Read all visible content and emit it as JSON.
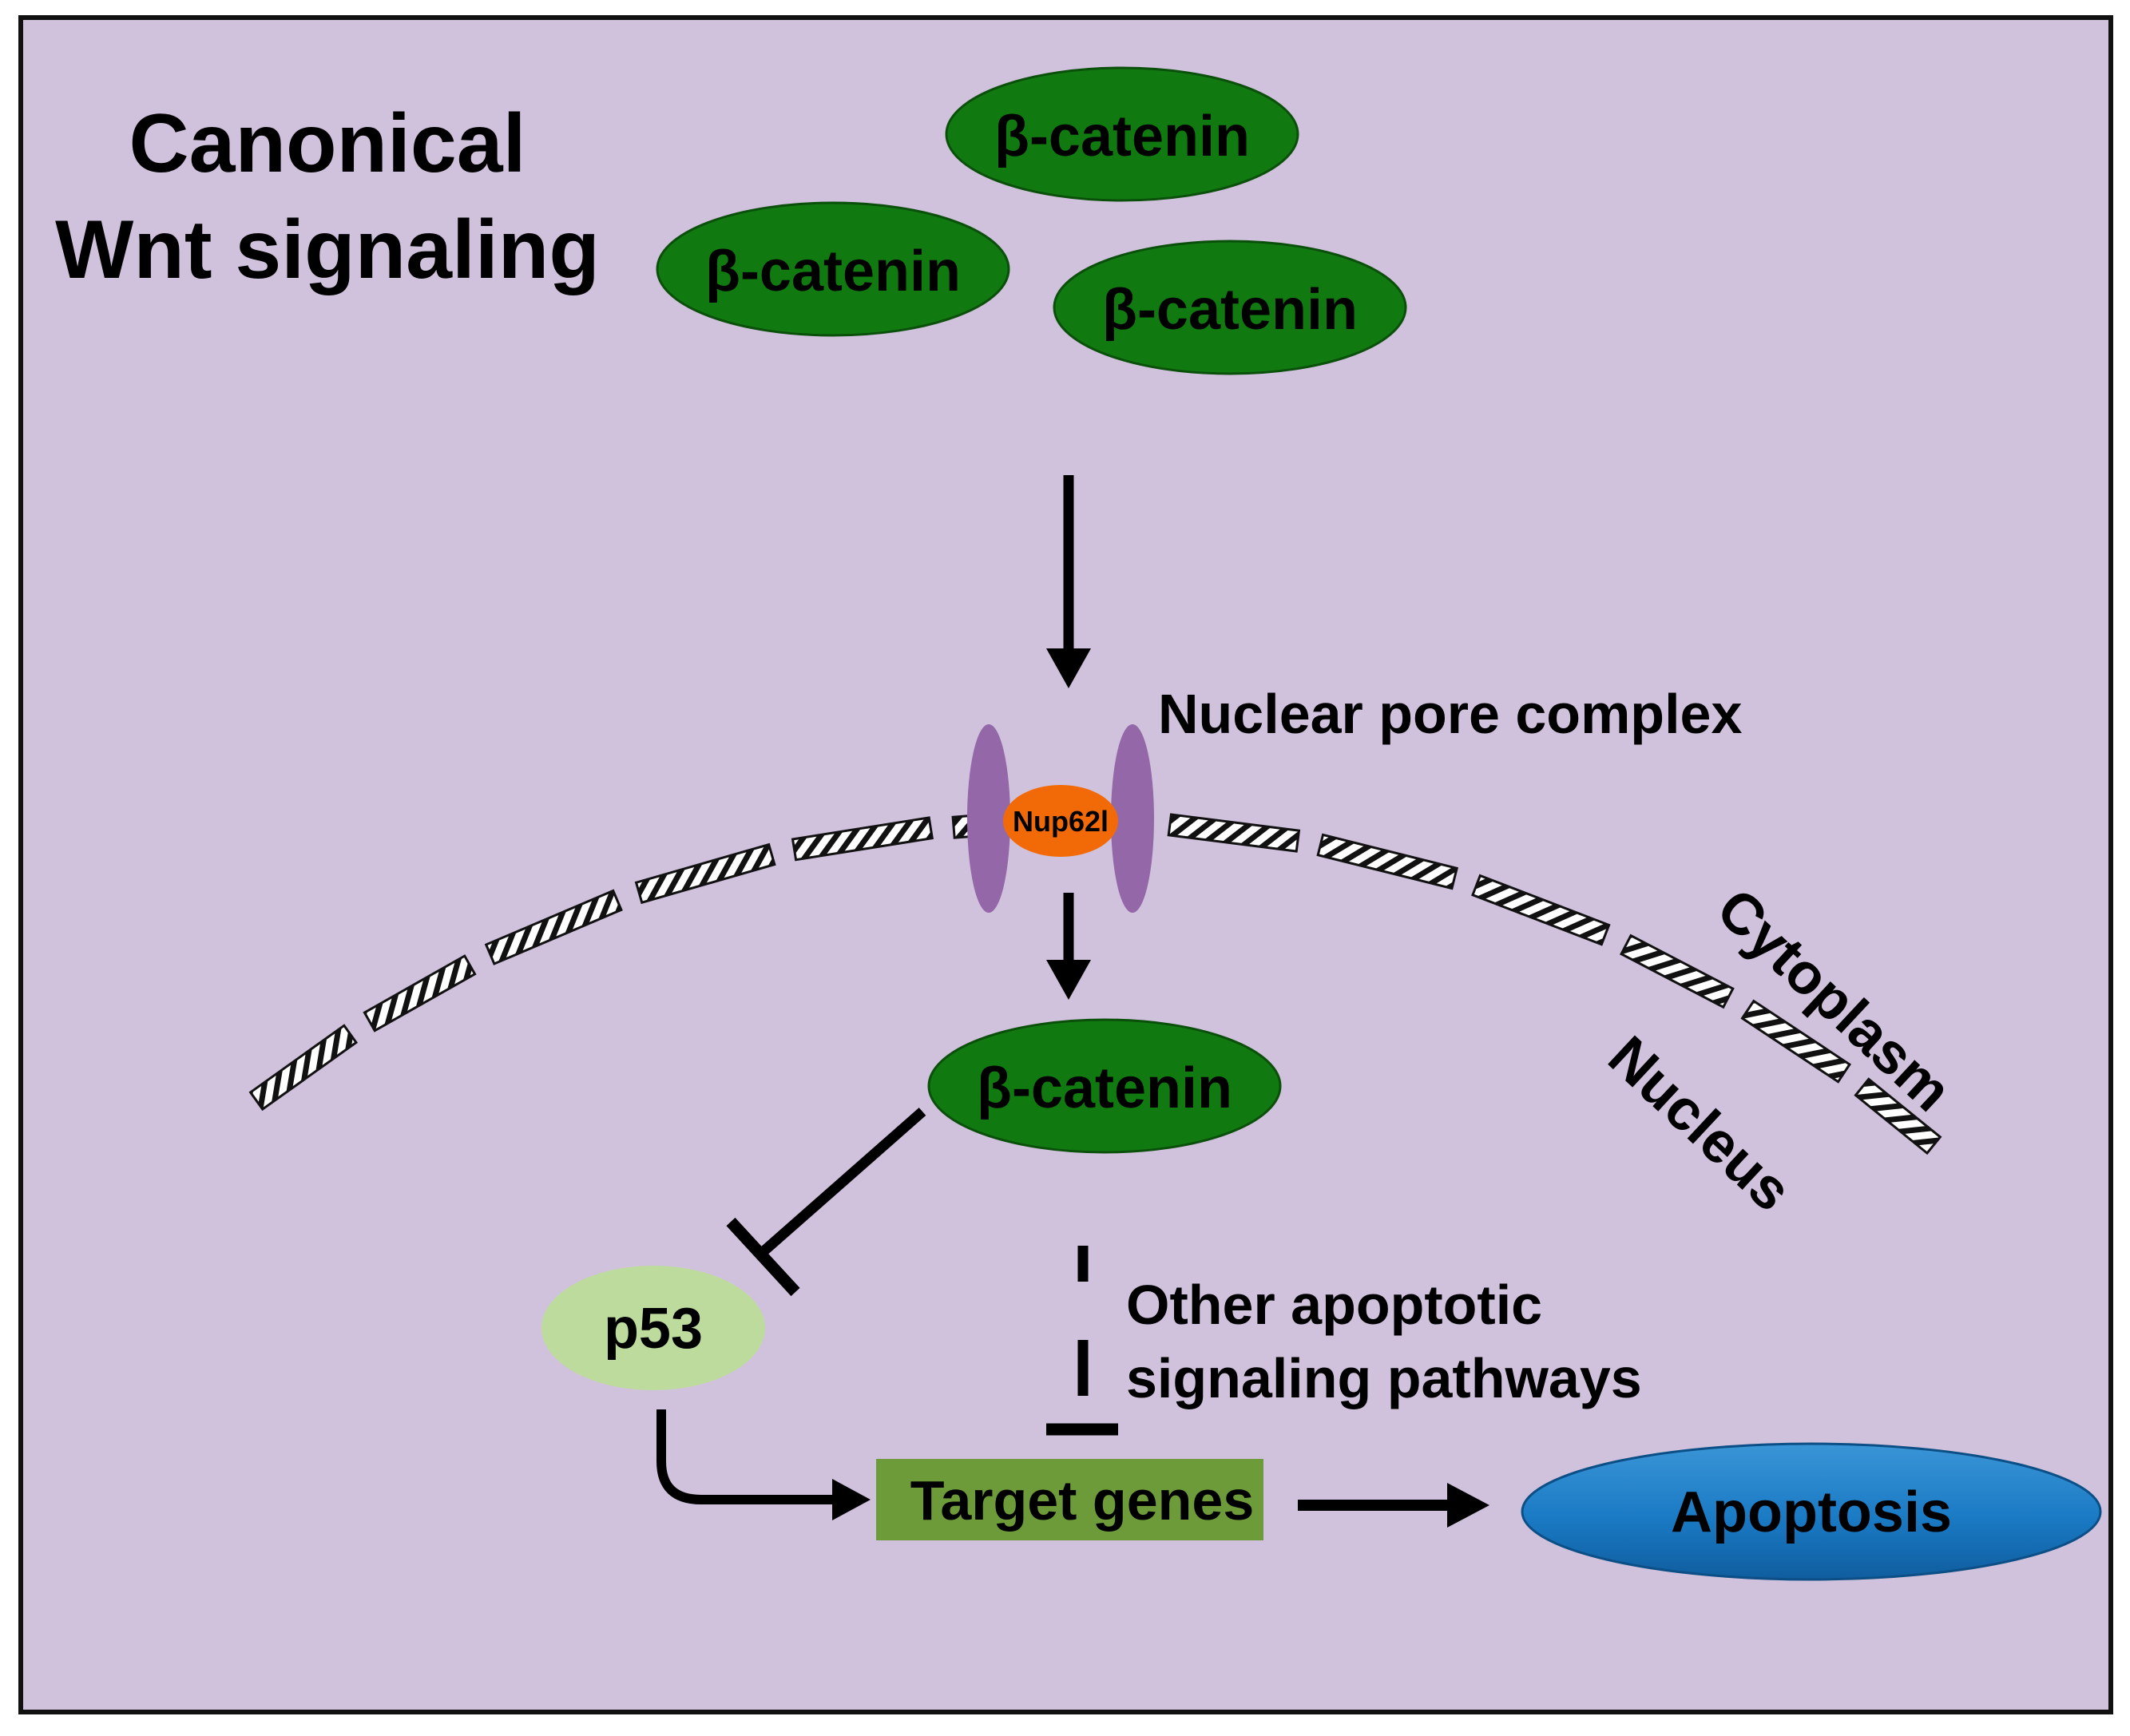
{
  "title": {
    "line1": "Canonical",
    "line2": "Wnt signaling"
  },
  "beta_catenin_label": "β-catenin",
  "nuclear_pore_label": "Nuclear pore complex",
  "nup_label": "Nup62l",
  "cytoplasm_label": "Cytoplasm",
  "nucleus_label": "Nucleus",
  "p53_label": "p53",
  "other_pathways": {
    "line1": "Other apoptotic",
    "line2": "signaling pathways"
  },
  "target_genes_label": "Target genes",
  "apoptosis_label": "Apoptosis",
  "colors": {
    "background": "#d0c2dc",
    "beta_catenin": "#107a10",
    "pore": "#9467a8",
    "nup": "#f26a08",
    "p53": "#bedb9e",
    "target_genes": "#6e9b3a",
    "apoptosis": "#1a7ac4"
  }
}
